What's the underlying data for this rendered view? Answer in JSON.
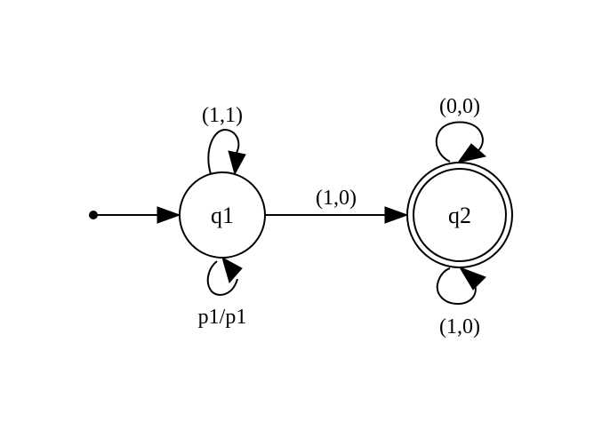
{
  "automaton": {
    "states": [
      {
        "id": "q1",
        "label": "q1",
        "initial": true,
        "accepting": false
      },
      {
        "id": "q2",
        "label": "q2",
        "initial": false,
        "accepting": true
      }
    ],
    "transitions": [
      {
        "from": "q1",
        "to": "q1",
        "label": "(1,1)"
      },
      {
        "from": "q1",
        "to": "q1",
        "label": "p1/p1"
      },
      {
        "from": "q1",
        "to": "q2",
        "label": "(1,0)"
      },
      {
        "from": "q2",
        "to": "q2",
        "label": "(0,0)"
      },
      {
        "from": "q2",
        "to": "q2",
        "label": "(1,0)"
      }
    ]
  }
}
